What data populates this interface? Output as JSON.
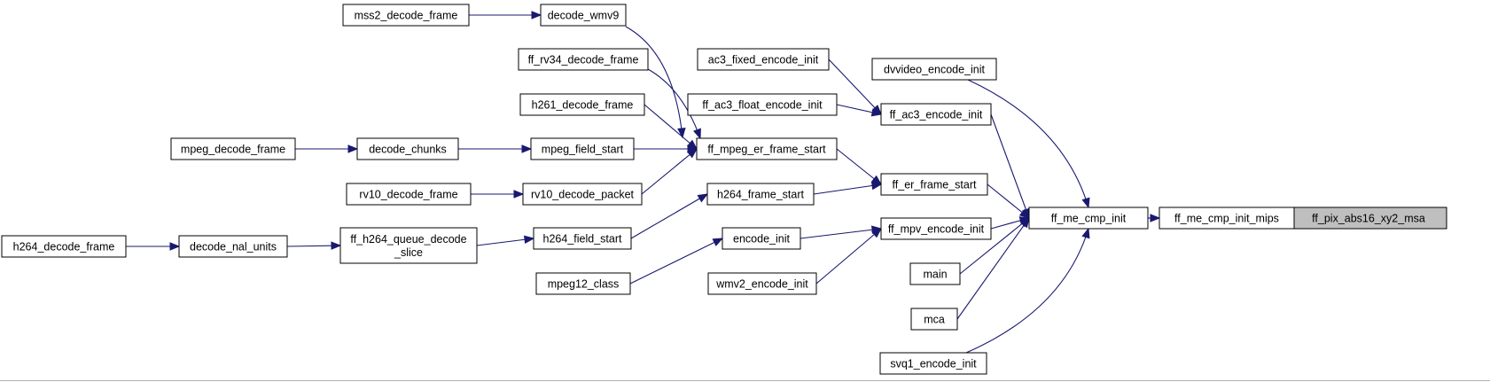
{
  "colors": {
    "edge": "#191970",
    "node_border": "#000000",
    "node_fill": "#ffffff",
    "root_fill": "#bfbfbf"
  },
  "nodes": {
    "ff_pix_abs16_xy2_msa": {
      "label": "ff_pix_abs16_xy2_msa"
    },
    "ff_me_cmp_init_mips": {
      "label": "ff_me_cmp_init_mips"
    },
    "ff_me_cmp_init": {
      "label": "ff_me_cmp_init"
    },
    "dvvideo_encode_init": {
      "label": "dvvideo_encode_init"
    },
    "ff_ac3_encode_init": {
      "label": "ff_ac3_encode_init"
    },
    "ff_er_frame_start": {
      "label": "ff_er_frame_start"
    },
    "ff_mpv_encode_init": {
      "label": "ff_mpv_encode_init"
    },
    "main": {
      "label": "main"
    },
    "mca": {
      "label": "mca"
    },
    "svq1_encode_init": {
      "label": "svq1_encode_init"
    },
    "ac3_fixed_encode_init": {
      "label": "ac3_fixed_encode_init"
    },
    "ff_ac3_float_encode_init": {
      "label": "ff_ac3_float_encode_init"
    },
    "ff_mpeg_er_frame_start": {
      "label": "ff_mpeg_er_frame_start"
    },
    "h264_frame_start": {
      "label": "h264_frame_start"
    },
    "encode_init": {
      "label": "encode_init"
    },
    "wmv2_encode_init": {
      "label": "wmv2_encode_init"
    },
    "decode_wmv9": {
      "label": "decode_wmv9"
    },
    "mss2_decode_frame": {
      "label": "mss2_decode_frame"
    },
    "ff_rv34_decode_frame": {
      "label": "ff_rv34_decode_frame"
    },
    "h261_decode_frame": {
      "label": "h261_decode_frame"
    },
    "mpeg_field_start": {
      "label": "mpeg_field_start"
    },
    "decode_chunks": {
      "label": "decode_chunks"
    },
    "mpeg_decode_frame": {
      "label": "mpeg_decode_frame"
    },
    "rv10_decode_packet": {
      "label": "rv10_decode_packet"
    },
    "rv10_decode_frame": {
      "label": "rv10_decode_frame"
    },
    "h264_field_start": {
      "label": "h264_field_start"
    },
    "ff_h264_queue_decode_slice": {
      "label": "ff_h264_queue_decode\n_slice"
    },
    "decode_nal_units": {
      "label": "decode_nal_units"
    },
    "h264_decode_frame": {
      "label": "h264_decode_frame"
    },
    "mpeg12_class": {
      "label": "mpeg12_class"
    }
  },
  "edges": [
    {
      "from": "ff_me_cmp_init_mips",
      "to": "ff_pix_abs16_xy2_msa"
    },
    {
      "from": "ff_me_cmp_init",
      "to": "ff_me_cmp_init_mips"
    },
    {
      "from": "dvvideo_encode_init",
      "to": "ff_me_cmp_init"
    },
    {
      "from": "ff_ac3_encode_init",
      "to": "ff_me_cmp_init"
    },
    {
      "from": "ff_er_frame_start",
      "to": "ff_me_cmp_init"
    },
    {
      "from": "ff_mpv_encode_init",
      "to": "ff_me_cmp_init"
    },
    {
      "from": "main",
      "to": "ff_me_cmp_init"
    },
    {
      "from": "mca",
      "to": "ff_me_cmp_init"
    },
    {
      "from": "svq1_encode_init",
      "to": "ff_me_cmp_init"
    },
    {
      "from": "ac3_fixed_encode_init",
      "to": "ff_ac3_encode_init"
    },
    {
      "from": "ff_ac3_float_encode_init",
      "to": "ff_ac3_encode_init"
    },
    {
      "from": "ff_mpeg_er_frame_start",
      "to": "ff_er_frame_start"
    },
    {
      "from": "h264_frame_start",
      "to": "ff_er_frame_start"
    },
    {
      "from": "encode_init",
      "to": "ff_mpv_encode_init"
    },
    {
      "from": "wmv2_encode_init",
      "to": "ff_mpv_encode_init"
    },
    {
      "from": "decode_wmv9",
      "to": "ff_mpeg_er_frame_start"
    },
    {
      "from": "ff_rv34_decode_frame",
      "to": "ff_mpeg_er_frame_start"
    },
    {
      "from": "h261_decode_frame",
      "to": "ff_mpeg_er_frame_start"
    },
    {
      "from": "mpeg_field_start",
      "to": "ff_mpeg_er_frame_start"
    },
    {
      "from": "rv10_decode_packet",
      "to": "ff_mpeg_er_frame_start"
    },
    {
      "from": "mss2_decode_frame",
      "to": "decode_wmv9"
    },
    {
      "from": "decode_chunks",
      "to": "mpeg_field_start"
    },
    {
      "from": "mpeg_decode_frame",
      "to": "decode_chunks"
    },
    {
      "from": "rv10_decode_frame",
      "to": "rv10_decode_packet"
    },
    {
      "from": "h264_field_start",
      "to": "h264_frame_start"
    },
    {
      "from": "ff_h264_queue_decode_slice",
      "to": "h264_field_start"
    },
    {
      "from": "decode_nal_units",
      "to": "ff_h264_queue_decode_slice"
    },
    {
      "from": "h264_decode_frame",
      "to": "decode_nal_units"
    },
    {
      "from": "mpeg12_class",
      "to": "encode_init"
    }
  ]
}
